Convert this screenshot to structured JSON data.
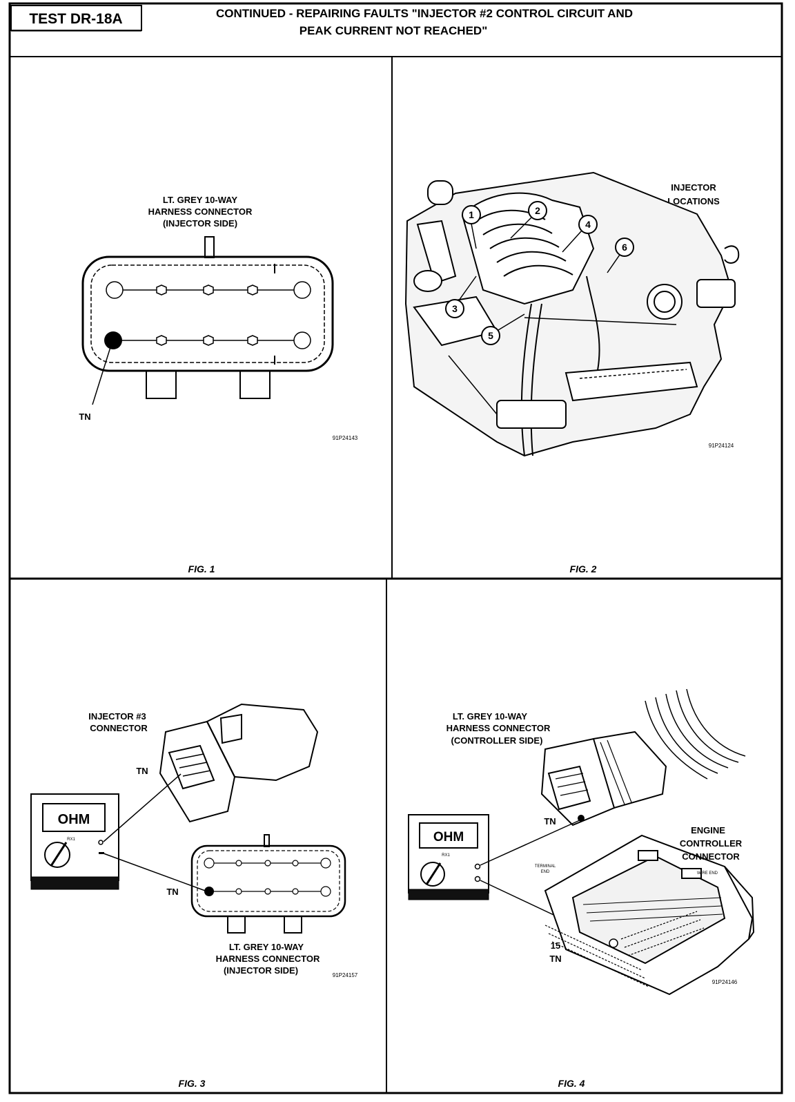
{
  "header": {
    "test_id": "TEST DR-18A",
    "title_line1": "CONTINUED - REPAIRING FAULTS \"INJECTOR #2 CONTROL CIRCUIT AND",
    "title_line2": "PEAK CURRENT NOT REACHED\""
  },
  "fig1": {
    "caption": "FIG. 1",
    "label_line1": "LT. GREY 10-WAY",
    "label_line2": "HARNESS CONNECTOR",
    "label_line3": "(INJECTOR SIDE)",
    "tn": "TN",
    "code": "91P24143"
  },
  "fig2": {
    "caption": "FIG. 2",
    "label_line1": "INJECTOR",
    "label_line2": "LOCATIONS",
    "callouts": [
      "1",
      "2",
      "3",
      "4",
      "5",
      "6"
    ],
    "code": "91P24124"
  },
  "fig3": {
    "caption": "FIG. 3",
    "injector_label_line1": "INJECTOR #3",
    "injector_label_line2": "CONNECTOR",
    "tn_top": "TN",
    "tn_bottom": "TN",
    "meter_display": "OHM",
    "meter_range": "RX1",
    "harness_label_line1": "LT. GREY 10-WAY",
    "harness_label_line2": "HARNESS CONNECTOR",
    "harness_label_line3": "(INJECTOR SIDE)",
    "code": "91P24157"
  },
  "fig4": {
    "caption": "FIG. 4",
    "harness_label_line1": "LT. GREY 10-WAY",
    "harness_label_line2": "HARNESS CONNECTOR",
    "harness_label_line3": "(CONTROLLER SIDE)",
    "tn_top": "TN",
    "meter_display": "OHM",
    "meter_range": "RX1",
    "engine_label_line1": "ENGINE",
    "engine_label_line2": "CONTROLLER",
    "engine_label_line3": "CONNECTOR",
    "terminal_end_line1": "TERMINAL",
    "terminal_end_line2": "END",
    "wire_end": "WIRE END",
    "pin_number": "15",
    "tn_bottom": "TN",
    "code": "91P24146"
  }
}
